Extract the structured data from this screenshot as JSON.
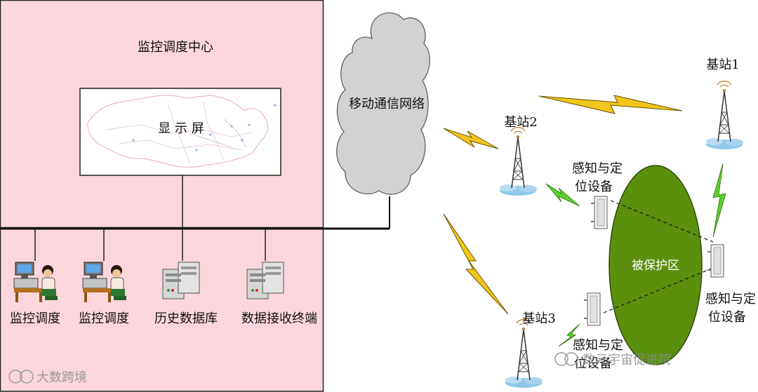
{
  "labels": {
    "center_title": "监控调度中心",
    "screen": "显 示 屏",
    "network": "移动通信网络",
    "terminal1": "监控调度",
    "terminal2": "监控调度",
    "history_db": "历史数据库",
    "data_terminal": "数据接收终端",
    "station1": "基站1",
    "station2": "基站2",
    "station3": "基站3",
    "device_top": [
      "感知与定",
      "位设备"
    ],
    "device_right": [
      "感知与定",
      "位设备"
    ],
    "device_bottom": [
      "感知与定",
      "位设备"
    ],
    "protected_area": "被保护区"
  },
  "watermark": {
    "left": "大数跨境",
    "right": "数元宇宙促进院"
  },
  "colors": {
    "center_bg": "#fcd6dc",
    "protected_area": "#5b900f",
    "lightning": "#f2c51c",
    "lightning_green": "#5bd02a",
    "cloud": "#d2d2d2"
  },
  "icons": [
    "person-at-computer-icon",
    "server-icon",
    "tower-icon",
    "sensor-device-icon",
    "cloud-icon",
    "lightning-icon"
  ]
}
